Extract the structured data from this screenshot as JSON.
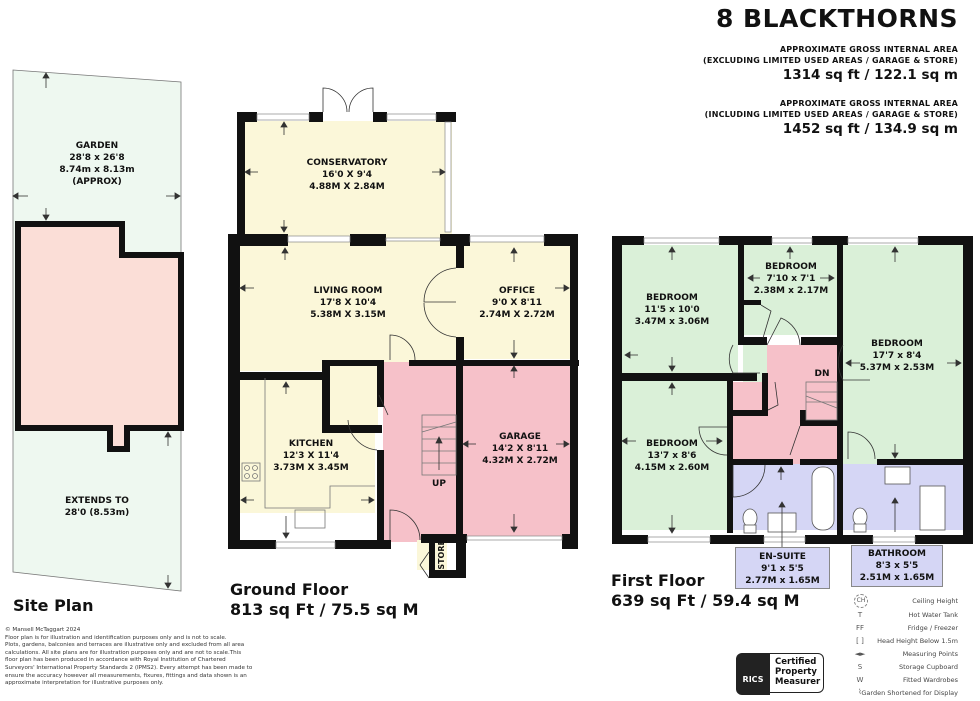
{
  "header": {
    "title": "8 BLACKTHORNS",
    "area_excluding": {
      "line1": "APPROXIMATE GROSS INTERNAL AREA",
      "line2": "(EXCLUDING LIMITED USED AREAS / GARAGE & STORE)",
      "value": "1314 sq ft / 122.1 sq m"
    },
    "area_including": {
      "line1": "APPROXIMATE GROSS INTERNAL AREA",
      "line2": "(INCLUDING LIMITED USED AREAS / GARAGE & STORE)",
      "value": "1452 sq ft / 134.9 sq m"
    }
  },
  "site_plan": {
    "title": "Site Plan",
    "garden": {
      "name": "GARDEN",
      "imperial": "28'8 x 26'8",
      "metric": "8.74m x 8.13m",
      "note": "(APPROX)"
    },
    "extends": {
      "line1": "EXTENDS TO",
      "line2": "28'0 (8.53m)"
    }
  },
  "ground_floor": {
    "title": "Ground Floor",
    "area": "813 sq Ft / 75.5 sq M",
    "rooms": [
      {
        "name": "CONSERVATORY",
        "imperial": "16'0 X 9'4",
        "metric": "4.88M X 2.84M"
      },
      {
        "name": "LIVING ROOM",
        "imperial": "17'8 X 10'4",
        "metric": "5.38M X 3.15M"
      },
      {
        "name": "OFFICE",
        "imperial": "9'0 X 8'11",
        "metric": "2.74M X 2.72M"
      },
      {
        "name": "KITCHEN",
        "imperial": "12'3 X 11'4",
        "metric": "3.73M X 3.45M"
      },
      {
        "name": "GARAGE",
        "imperial": "14'2 X 8'11",
        "metric": "4.32M X 2.72M"
      }
    ],
    "stairs_label": "UP",
    "store_label": "STORE"
  },
  "first_floor": {
    "title": "First Floor",
    "area": "639 sq Ft / 59.4 sq M",
    "rooms": [
      {
        "name": "BEDROOM",
        "imperial": "11'5 x 10'0",
        "metric": "3.47M x 3.06M"
      },
      {
        "name": "BEDROOM",
        "imperial": "7'10 x 7'1",
        "metric": "2.38M x 2.17M"
      },
      {
        "name": "BEDROOM",
        "imperial": "17'7 x 8'4",
        "metric": "5.37M x 2.53M"
      },
      {
        "name": "BEDROOM",
        "imperial": "13'7 x 8'6",
        "metric": "4.15M x 2.60M"
      },
      {
        "name": "EN-SUITE",
        "imperial": "9'1 x 5'5",
        "metric": "2.77M x 1.65M"
      },
      {
        "name": "BATHROOM",
        "imperial": "8'3 x 5'5",
        "metric": "2.51M x 1.65M"
      }
    ],
    "stairs_label": "DN"
  },
  "disclaimer": [
    "© Mansell McTaggart 2024",
    "Floor plan is for illustration and identification purposes only and is not to scale.",
    "Plots, gardens, balconies and terraces are illustrative only and excluded from all area calculations.  All site plans are for illustration purposes only and are not to scale.This floor plan has been produced in accordance with Royal Institution of Chartered Surveyors' International Property Standards 2 (IPMS2). Every attempt has been made to ensure the accuracy however all measurements, fixures, fittings and data shown is an approximate interpretation for illustrative purposes only."
  ],
  "rics_badge": {
    "brand": "RICS",
    "line1": "Certified",
    "line2": "Property",
    "line3": "Measurer"
  },
  "legend": [
    {
      "icon": "CH",
      "icon_name": "ceiling-height-icon",
      "label": "Ceiling Height"
    },
    {
      "icon": "T",
      "icon_name": "hot-water-tank-icon",
      "label": "Hot Water Tank"
    },
    {
      "icon": "FF",
      "icon_name": "fridge-freezer-icon",
      "label": "Fridge / Freezer"
    },
    {
      "icon": "[ ]",
      "icon_name": "head-height-icon",
      "label": "Head Height Below 1.5m"
    },
    {
      "icon": "◄►",
      "icon_name": "measuring-points-icon",
      "label": "Measuring Points"
    },
    {
      "icon": "S",
      "icon_name": "storage-cupboard-icon",
      "label": "Storage Cupboard"
    },
    {
      "icon": "W",
      "icon_name": "fitted-wardrobes-icon",
      "label": "Fitted Wardrobes"
    },
    {
      "icon": "⌇",
      "icon_name": "garden-shortened-icon",
      "label": "Garden Shortened for Display"
    }
  ],
  "colors": {
    "living": "#fbf7d9",
    "hall": "#f6c1c9",
    "bedroom": "#daf0d8",
    "bathroom": "#d5d6f5",
    "garden": "#eef8f0",
    "house_footprint": "#fbded7",
    "wall": "#111111"
  }
}
